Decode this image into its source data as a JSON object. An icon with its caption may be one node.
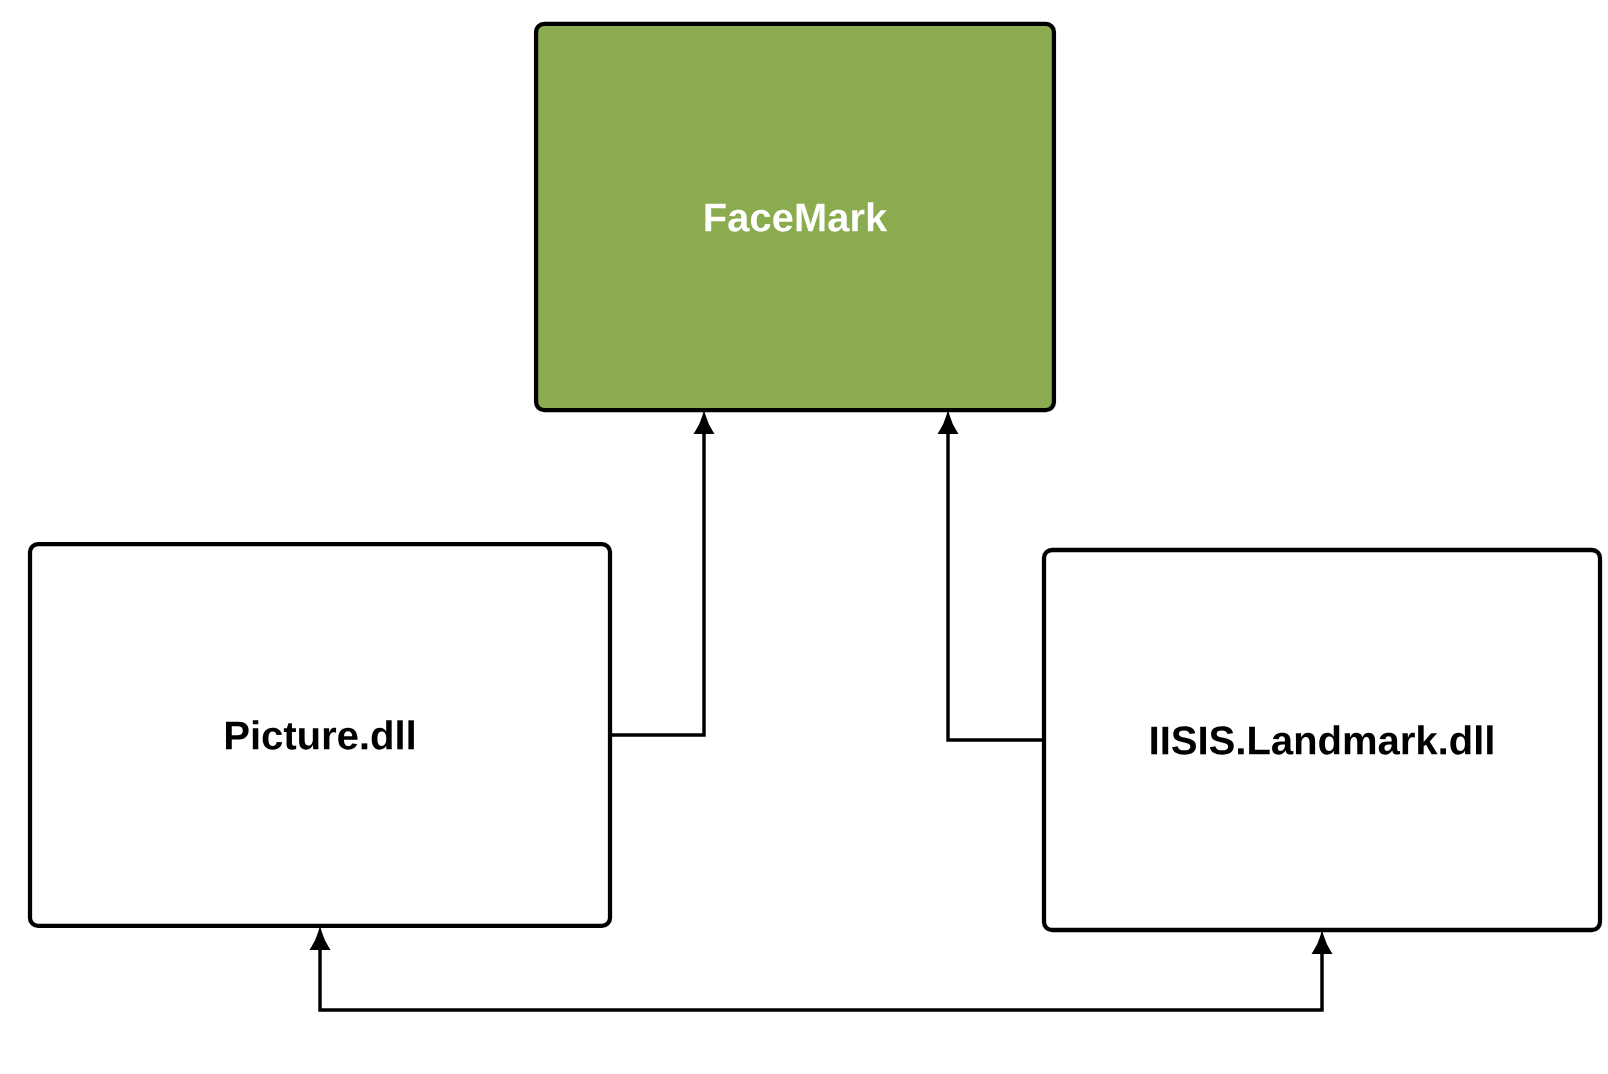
{
  "diagram": {
    "nodes": [
      {
        "text": [
          "FaceMark"
        ]
      },
      {
        "text": [
          "Picture.dll"
        ]
      },
      {
        "text": [
          "IISIS.Landmark.dll"
        ]
      }
    ],
    "edges": [
      {
        "from": 1,
        "to": 0,
        "arrow": "to"
      },
      {
        "from": 2,
        "to": 0,
        "arrow": "to"
      },
      {
        "from": 1,
        "to": 2,
        "arrow": "both"
      }
    ]
  }
}
